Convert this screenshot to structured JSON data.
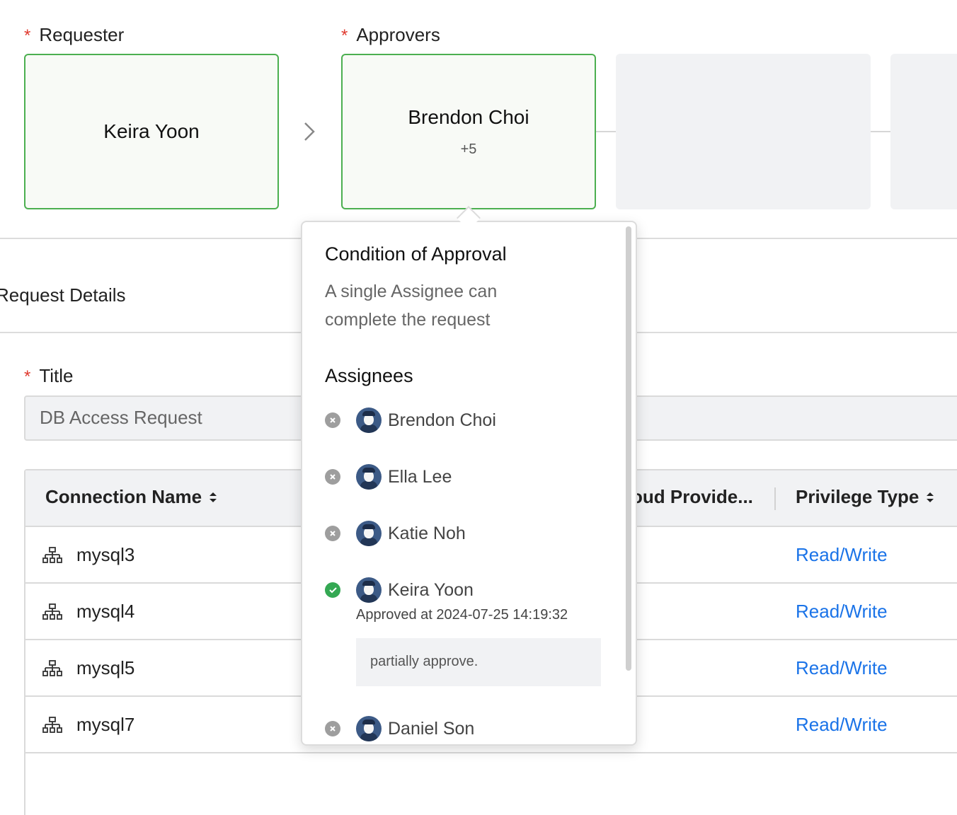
{
  "requester": {
    "label": "Requester",
    "name": "Keira Yoon"
  },
  "approvers": {
    "label": "Approvers",
    "name": "Brendon Choi",
    "count": "+5"
  },
  "section": {
    "title": "Request Details"
  },
  "title_field": {
    "label": "Title",
    "value": "DB Access Request"
  },
  "table": {
    "headers": {
      "connection": "Connection Name",
      "cloud": "oud Provide...",
      "privilege": "Privilege Type"
    },
    "rows": [
      {
        "name": "mysql3",
        "privilege": "Read/Write"
      },
      {
        "name": "mysql4",
        "privilege": "Read/Write"
      },
      {
        "name": "mysql5",
        "privilege": "Read/Write"
      },
      {
        "name": "mysql7",
        "privilege": "Read/Write"
      }
    ]
  },
  "popover": {
    "condition_title": "Condition of Approval",
    "condition_text": "A single Assignee can complete the request",
    "assignees_title": "Assignees",
    "assignees": [
      {
        "name": "Brendon Choi",
        "status": "pending"
      },
      {
        "name": "Ella Lee",
        "status": "pending"
      },
      {
        "name": "Katie Noh",
        "status": "pending"
      },
      {
        "name": "Keira Yoon",
        "status": "approved"
      },
      {
        "name": "Daniel Son",
        "status": "pending"
      }
    ],
    "approved_at": "Approved at 2024-07-25 14:19:32",
    "comment": "partially approve."
  },
  "colors": {
    "accent": "#1a73e8",
    "approved": "#34a853",
    "required": "#e03a2f",
    "node_border": "#4caf50"
  }
}
